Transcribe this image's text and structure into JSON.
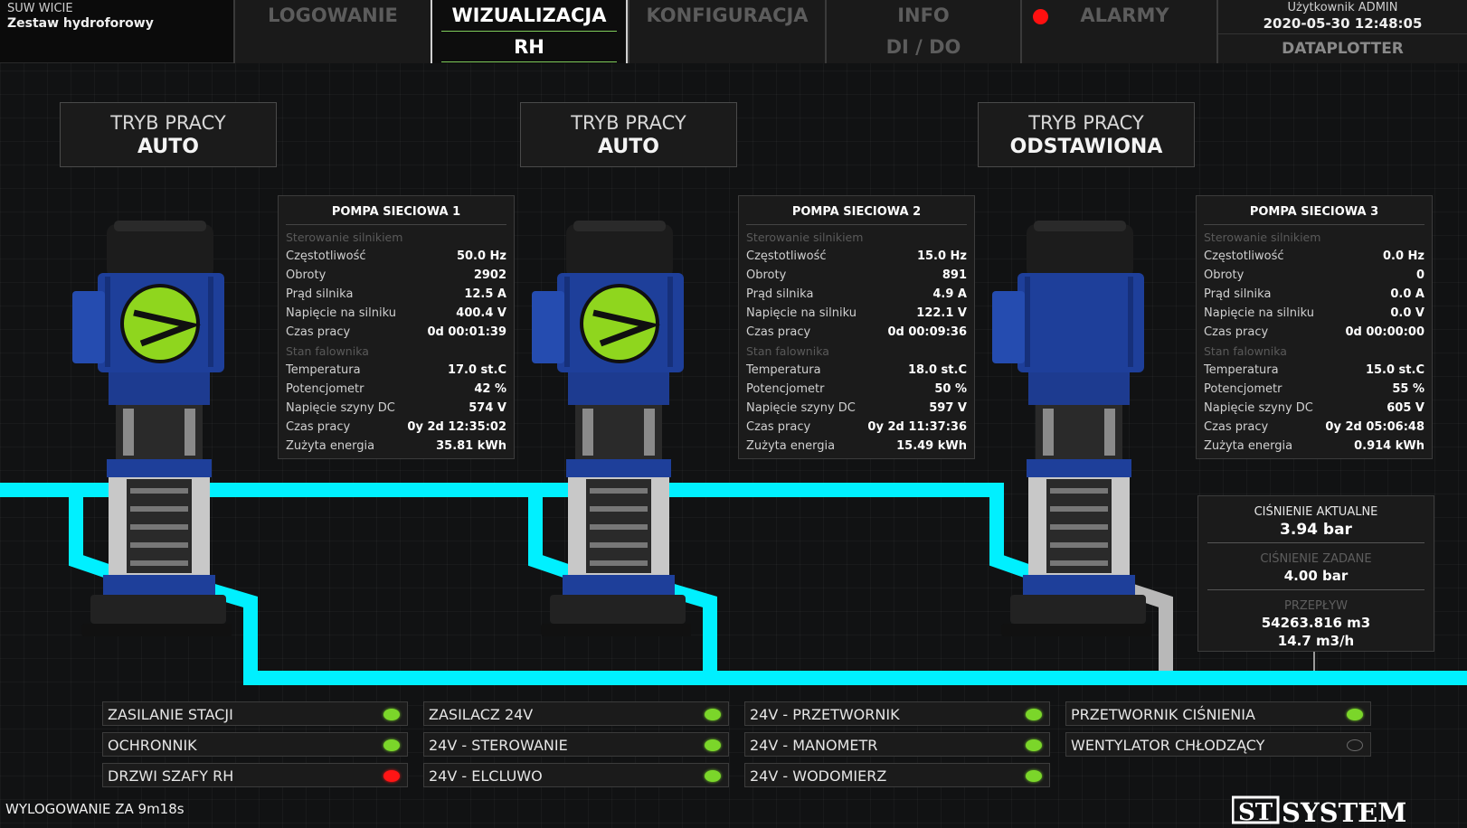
{
  "station": {
    "line1": "SUW WICIE",
    "line2": "Zestaw hydroforowy"
  },
  "tabs": {
    "logowanie": "LOGOWANIE",
    "wizualizacja": "WIZUALIZACJA",
    "rh": "RH",
    "konfiguracja": "KONFIGURACJA",
    "info": "INFO",
    "dido": "DI / DO",
    "alarmy": "ALARMY"
  },
  "user": {
    "label": "Użytkownik ADMIN",
    "datetime": "2020-05-30 12:48:05",
    "dataplotter": "DATAPLOTTER"
  },
  "modes": [
    {
      "title": "TRYB PRACY",
      "value": "AUTO"
    },
    {
      "title": "TRYB PRACY",
      "value": "AUTO"
    },
    {
      "title": "TRYB PRACY",
      "value": "ODSTAWIONA"
    }
  ],
  "pumps": [
    {
      "title": "POMPA SIECIOWA 1",
      "motor_section": "Sterowanie silnikiem",
      "inverter_section": "Stan falownika",
      "motor": [
        {
          "k": "Częstotliwość",
          "v": "50.0 Hz"
        },
        {
          "k": "Obroty",
          "v": "2902"
        },
        {
          "k": "Prąd silnika",
          "v": "12.5 A"
        },
        {
          "k": "Napięcie na silniku",
          "v": "400.4 V"
        },
        {
          "k": "Czas pracy",
          "v": "0d 00:01:39"
        }
      ],
      "inverter": [
        {
          "k": "Temperatura",
          "v": "17.0 st.C"
        },
        {
          "k": "Potencjometr",
          "v": "42 %"
        },
        {
          "k": "Napięcie szyny DC",
          "v": "574 V"
        },
        {
          "k": "Czas pracy",
          "v": "0y 2d 12:35:02"
        },
        {
          "k": "Zużyta energia",
          "v": "35.81 kWh"
        }
      ]
    },
    {
      "title": "POMPA SIECIOWA 2",
      "motor_section": "Sterowanie silnikiem",
      "inverter_section": "Stan falownika",
      "motor": [
        {
          "k": "Częstotliwość",
          "v": "15.0 Hz"
        },
        {
          "k": "Obroty",
          "v": "891"
        },
        {
          "k": "Prąd silnika",
          "v": "4.9 A"
        },
        {
          "k": "Napięcie na silniku",
          "v": "122.1 V"
        },
        {
          "k": "Czas pracy",
          "v": "0d 00:09:36"
        }
      ],
      "inverter": [
        {
          "k": "Temperatura",
          "v": "18.0 st.C"
        },
        {
          "k": "Potencjometr",
          "v": "50 %"
        },
        {
          "k": "Napięcie szyny DC",
          "v": "597 V"
        },
        {
          "k": "Czas pracy",
          "v": "0y 2d 11:37:36"
        },
        {
          "k": "Zużyta energia",
          "v": "15.49 kWh"
        }
      ]
    },
    {
      "title": "POMPA SIECIOWA 3",
      "motor_section": "Sterowanie silnikiem",
      "inverter_section": "Stan falownika",
      "motor": [
        {
          "k": "Częstotliwość",
          "v": "0.0 Hz"
        },
        {
          "k": "Obroty",
          "v": "0"
        },
        {
          "k": "Prąd silnika",
          "v": "0.0 A"
        },
        {
          "k": "Napięcie na silniku",
          "v": "0.0 V"
        },
        {
          "k": "Czas pracy",
          "v": "0d 00:00:00"
        }
      ],
      "inverter": [
        {
          "k": "Temperatura",
          "v": "15.0 st.C"
        },
        {
          "k": "Potencjometr",
          "v": "55 %"
        },
        {
          "k": "Napięcie szyny DC",
          "v": "605 V"
        },
        {
          "k": "Czas pracy",
          "v": "0y 2d 05:06:48"
        },
        {
          "k": "Zużyta energia",
          "v": "0.914 kWh"
        }
      ]
    }
  ],
  "pressure": {
    "current_label": "CIŚNIENIE AKTUALNE",
    "current_value": "3.94 bar",
    "set_label": "CIŚNIENIE ZADANE",
    "set_value": "4.00 bar",
    "flow_label": "PRZEPŁYW",
    "flow_total": "54263.816 m3",
    "flow_rate": "14.7 m3/h"
  },
  "status": [
    [
      {
        "label": "ZASILANIE STACJI",
        "state": "green"
      },
      {
        "label": "OCHRONNIK",
        "state": "green"
      },
      {
        "label": "DRZWI SZAFY RH",
        "state": "red"
      }
    ],
    [
      {
        "label": "ZASILACZ 24V",
        "state": "green"
      },
      {
        "label": "24V - STEROWANIE",
        "state": "green"
      },
      {
        "label": "24V - ELCLUWO",
        "state": "green"
      }
    ],
    [
      {
        "label": "24V - PRZETWORNIK",
        "state": "green"
      },
      {
        "label": "24V - MANOMETR",
        "state": "green"
      },
      {
        "label": "24V - WODOMIERZ",
        "state": "green"
      }
    ],
    [
      {
        "label": "PRZETWORNIK CIŚNIENIA",
        "state": "green"
      },
      {
        "label": "WENTYLATOR CHŁODZĄCY",
        "state": "off"
      }
    ]
  ],
  "colors": {
    "pipe_active": "#00f0ff",
    "pipe_idle": "#b8b8b8",
    "led_green": "#7bd62a",
    "led_red": "#ff1515",
    "alarm": "#ff1010"
  },
  "footer": {
    "logout": "WYLOGOWANIE ZA 9m18s",
    "logo_st": "ST",
    "logo_system": "SYSTEM"
  }
}
